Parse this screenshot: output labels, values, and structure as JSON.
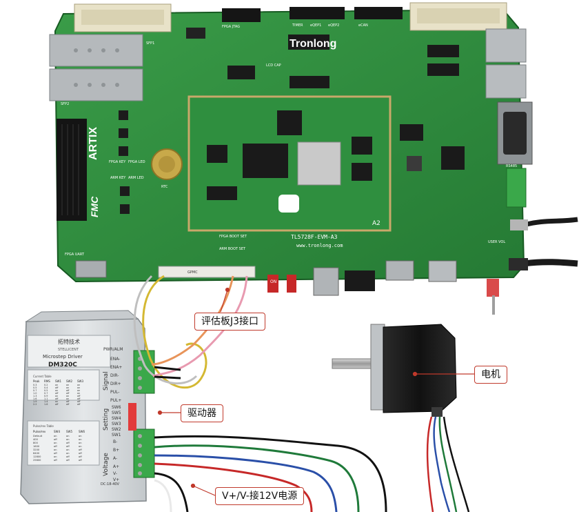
{
  "callouts": {
    "j3": "评估板J3接口",
    "driver": "驱动器",
    "motor": "电机",
    "power": "V+/V-接12V电源"
  },
  "board": {
    "brand": "Tronlong",
    "model": "TL5728F-EVM-A3",
    "site": "www.tronlong.com",
    "fpga": "ARTIX",
    "fmc": "FMC",
    "module_rev": "A2",
    "labels": [
      "FPGA JTAG",
      "TIMER",
      "eQEP1",
      "eQEP2",
      "eCAN",
      "LCD CAP",
      "FPGA KEY",
      "FPGA LED",
      "ARM KEY",
      "ARM LED",
      "RTC",
      "FPGA UART",
      "ARM BOOT SET",
      "FPGA BOOT SET",
      "USER VOL",
      "SFP2",
      "SFP1",
      "GPMC",
      "RS485",
      "ON"
    ]
  },
  "driver_unit": {
    "brand_cn": "拓特技术",
    "brand_en": "STELLICENT",
    "product": "Microstep Driver",
    "model": "DM320C",
    "pins_signal": [
      "PWR/ALM",
      "ENA-",
      "ENA+",
      "DIR-",
      "DIR+",
      "PUL-",
      "PUL+"
    ],
    "group_signal": "Signal",
    "pins_setting": [
      "SW6",
      "SW5",
      "SW4",
      "SW3",
      "SW2",
      "SW1"
    ],
    "group_setting": "Setting",
    "pins_voltage": [
      "B-",
      "B+",
      "A-",
      "A+",
      "V-",
      "V+"
    ],
    "group_voltage": "Voltage",
    "voltage_range": "DC:18-40V",
    "current_table_title": "Current Table",
    "current_table": {
      "header": [
        "Peak",
        "RMS",
        "SW1",
        "SW2",
        "SW3"
      ],
      "rows": [
        [
          "0.3",
          "0.2",
          "on",
          "on",
          "on"
        ],
        [
          "0.5",
          "0.4",
          "off",
          "on",
          "on"
        ],
        [
          "0.7",
          "0.5",
          "on",
          "off",
          "on"
        ],
        [
          "1.0",
          "0.7",
          "off",
          "off",
          "on"
        ],
        [
          "1.3",
          "0.9",
          "on",
          "on",
          "off"
        ],
        [
          "1.6",
          "1.1",
          "off",
          "on",
          "off"
        ],
        [
          "1.9",
          "1.4",
          "on",
          "off",
          "off"
        ],
        [
          "2.2",
          "1.6",
          "off",
          "off",
          "off"
        ]
      ]
    },
    "pulse_table_title": "Pulse/rev Table",
    "pulse_table": {
      "header": [
        "Pulse/rev",
        "SW4",
        "SW5",
        "SW6"
      ],
      "rows": [
        [
          "Default",
          "on",
          "on",
          "on"
        ],
        [
          "400",
          "off",
          "on",
          "on"
        ],
        [
          "800",
          "on",
          "off",
          "on"
        ],
        [
          "1600",
          "off",
          "off",
          "on"
        ],
        [
          "3200",
          "on",
          "on",
          "off"
        ],
        [
          "6400",
          "off",
          "on",
          "off"
        ],
        [
          "12800",
          "on",
          "off",
          "off"
        ],
        [
          "25600",
          "off",
          "off",
          "off"
        ]
      ]
    }
  },
  "colors": {
    "pcb": "#2f8f3f",
    "pcb_dark": "#1e6b2c",
    "accent": "#c0392b",
    "driver_body": "#d5d8da",
    "terminal": "#3aa84a"
  }
}
